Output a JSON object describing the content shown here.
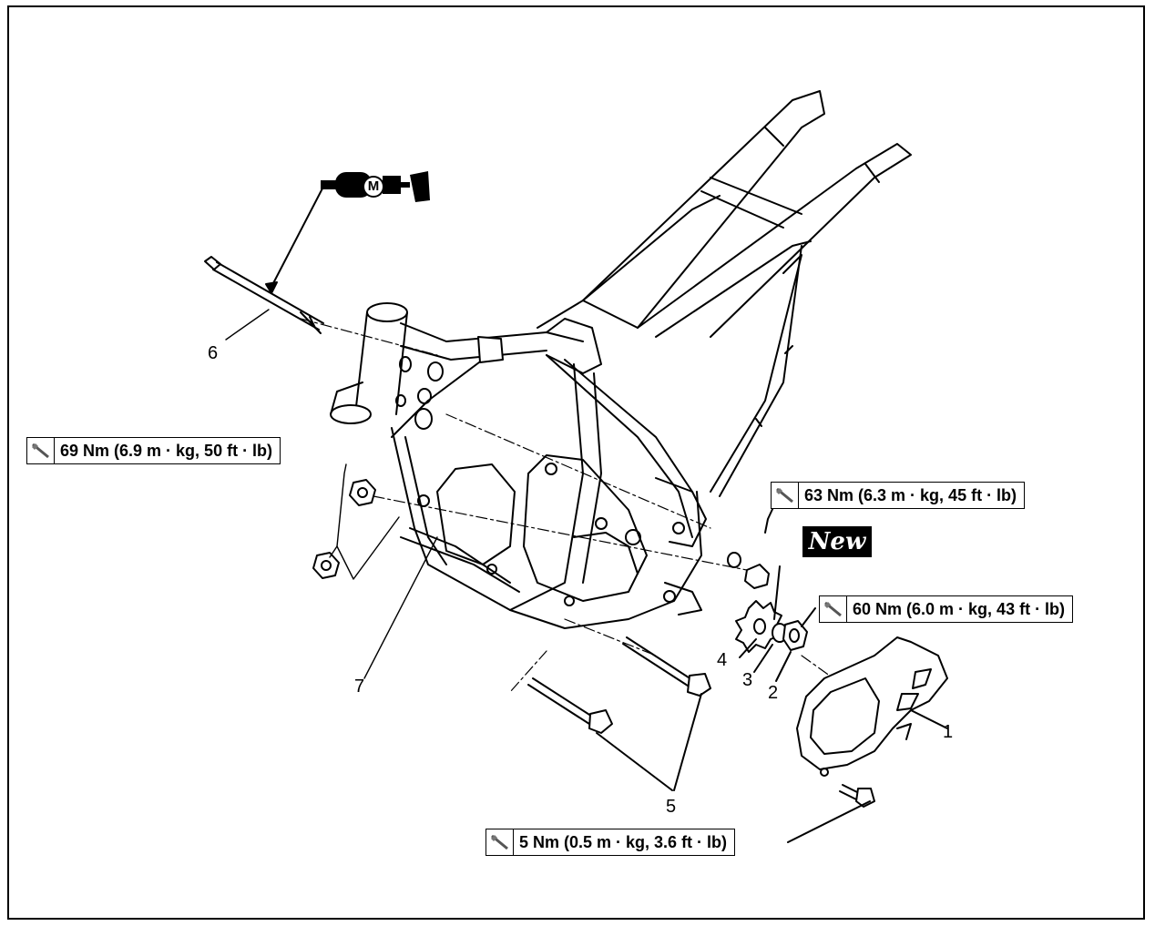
{
  "torque_specs": {
    "spec_69": "69 Nm (6.9 m · kg, 50 ft · lb)",
    "spec_63": "63 Nm (6.3 m · kg, 45 ft · lb)",
    "spec_60": "60 Nm (6.0 m · kg, 43 ft · lb)",
    "spec_5": "5 Nm (0.5 m · kg, 3.6 ft · lb)"
  },
  "callouts": {
    "c1": "1",
    "c2": "2",
    "c3": "3",
    "c4": "4",
    "c5": "5",
    "c6": "6",
    "c7": "7"
  },
  "badges": {
    "new": "New",
    "lube": "M"
  },
  "icons": [
    "torque-wrench-icon",
    "molybdenum-grease-gun-icon"
  ]
}
